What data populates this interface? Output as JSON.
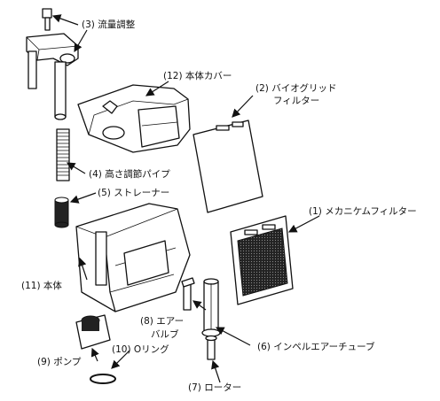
{
  "labels": {
    "flow_adjust": "(3) 流量調整",
    "cover": "(12) 本体カバー",
    "bio_grid_1": "(2) バイオグリッド",
    "bio_grid_2": "フィルター",
    "height_pipe": "(4) 高さ調節パイプ",
    "strainer": "(5) ストレーナー",
    "mech_filter": "(1) メカニケムフィルター",
    "body": "(11) 本体",
    "air_valve_1": "(8) エアー",
    "air_valve_2": "バルブ",
    "pump": "(9) ポンプ",
    "o_ring": "(10) Oリング",
    "impeller_tube": "(6) インペルエアーチューブ",
    "rotor": "(7) ローター"
  }
}
